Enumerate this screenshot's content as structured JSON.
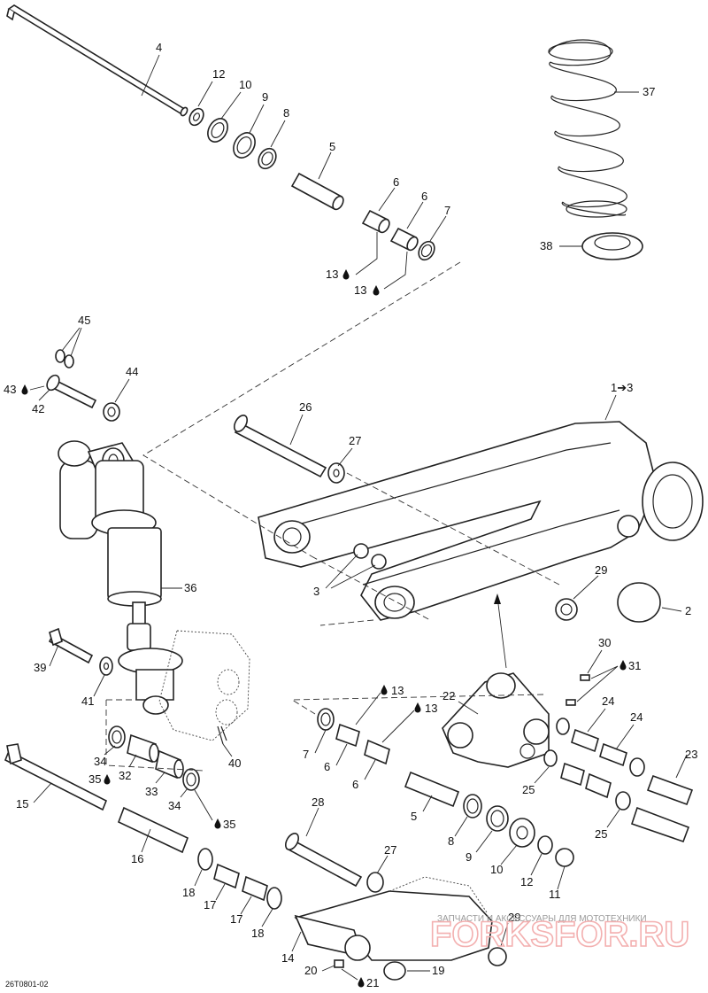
{
  "diagram_code": "26T0801-02",
  "watermark": {
    "caption": "ЗАПЧАСТИ И АКСЕССУАРЫ ДЛЯ МОТОТЕХНИКИ",
    "logo_text": "FORKSFOR.RU"
  },
  "callouts": [
    {
      "id": "c4",
      "label": "4",
      "oil": false
    },
    {
      "id": "c12a",
      "label": "12",
      "oil": false
    },
    {
      "id": "c10a",
      "label": "10",
      "oil": false
    },
    {
      "id": "c9a",
      "label": "9",
      "oil": false
    },
    {
      "id": "c8a",
      "label": "8",
      "oil": false
    },
    {
      "id": "c5a",
      "label": "5",
      "oil": false
    },
    {
      "id": "c6a",
      "label": "6",
      "oil": false
    },
    {
      "id": "c6b",
      "label": "6",
      "oil": false
    },
    {
      "id": "c7a",
      "label": "7",
      "oil": false
    },
    {
      "id": "c13a",
      "label": "13",
      "oil": true
    },
    {
      "id": "c13b",
      "label": "13",
      "oil": true
    },
    {
      "id": "c37",
      "label": "37",
      "oil": false
    },
    {
      "id": "c38",
      "label": "38",
      "oil": false
    },
    {
      "id": "c45",
      "label": "45",
      "oil": false
    },
    {
      "id": "c43",
      "label": "43",
      "oil": true
    },
    {
      "id": "c42",
      "label": "42",
      "oil": false
    },
    {
      "id": "c44",
      "label": "44",
      "oil": false
    },
    {
      "id": "c26",
      "label": "26",
      "oil": false
    },
    {
      "id": "c27a",
      "label": "27",
      "oil": false
    },
    {
      "id": "c1to3",
      "label": "1➔3",
      "oil": false
    },
    {
      "id": "c3",
      "label": "3",
      "oil": false
    },
    {
      "id": "c29a",
      "label": "29",
      "oil": false
    },
    {
      "id": "c2",
      "label": "2",
      "oil": false
    },
    {
      "id": "c36",
      "label": "36",
      "oil": false
    },
    {
      "id": "c39",
      "label": "39",
      "oil": false
    },
    {
      "id": "c41",
      "label": "41",
      "oil": false
    },
    {
      "id": "c40",
      "label": "40",
      "oil": false
    },
    {
      "id": "c30",
      "label": "30",
      "oil": false
    },
    {
      "id": "c31",
      "label": "31",
      "oil": true
    },
    {
      "id": "c22",
      "label": "22",
      "oil": false
    },
    {
      "id": "c13c",
      "label": "13",
      "oil": true
    },
    {
      "id": "c13d",
      "label": "13",
      "oil": true
    },
    {
      "id": "c24a",
      "label": "24",
      "oil": false
    },
    {
      "id": "c24b",
      "label": "24",
      "oil": false
    },
    {
      "id": "c7b",
      "label": "7",
      "oil": false
    },
    {
      "id": "c6c",
      "label": "6",
      "oil": false
    },
    {
      "id": "c6d",
      "label": "6",
      "oil": false
    },
    {
      "id": "c23",
      "label": "23",
      "oil": false
    },
    {
      "id": "c25a",
      "label": "25",
      "oil": false
    },
    {
      "id": "c25b",
      "label": "25",
      "oil": false
    },
    {
      "id": "c34a",
      "label": "34",
      "oil": false
    },
    {
      "id": "c35a",
      "label": "35",
      "oil": true
    },
    {
      "id": "c32",
      "label": "32",
      "oil": false
    },
    {
      "id": "c33",
      "label": "33",
      "oil": false
    },
    {
      "id": "c34b",
      "label": "34",
      "oil": false
    },
    {
      "id": "c35b",
      "label": "35",
      "oil": true
    },
    {
      "id": "c15",
      "label": "15",
      "oil": false
    },
    {
      "id": "c16",
      "label": "16",
      "oil": false
    },
    {
      "id": "c28",
      "label": "28",
      "oil": false
    },
    {
      "id": "c27b",
      "label": "27",
      "oil": false
    },
    {
      "id": "c5b",
      "label": "5",
      "oil": false
    },
    {
      "id": "c8b",
      "label": "8",
      "oil": false
    },
    {
      "id": "c9b",
      "label": "9",
      "oil": false
    },
    {
      "id": "c10b",
      "label": "10",
      "oil": false
    },
    {
      "id": "c12b",
      "label": "12",
      "oil": false
    },
    {
      "id": "c11",
      "label": "11",
      "oil": false
    },
    {
      "id": "c18a",
      "label": "18",
      "oil": false
    },
    {
      "id": "c17a",
      "label": "17",
      "oil": false
    },
    {
      "id": "c17b",
      "label": "17",
      "oil": false
    },
    {
      "id": "c18b",
      "label": "18",
      "oil": false
    },
    {
      "id": "c14",
      "label": "14",
      "oil": false
    },
    {
      "id": "c29b",
      "label": "29",
      "oil": false
    },
    {
      "id": "c20",
      "label": "20",
      "oil": false
    },
    {
      "id": "c21",
      "label": "21",
      "oil": true
    },
    {
      "id": "c19",
      "label": "19",
      "oil": false
    }
  ]
}
